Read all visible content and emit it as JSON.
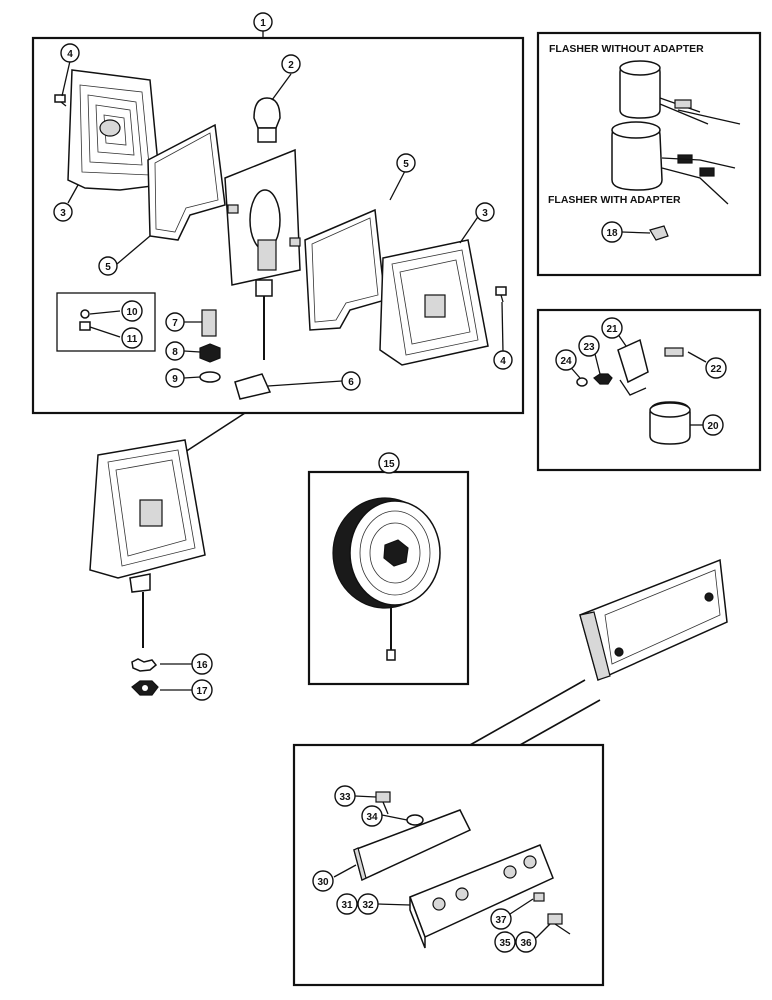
{
  "panels": {
    "flasher_title_without": "FLASHER WITHOUT ADAPTER",
    "flasher_title_with": "FLASHER WITH ADAPTER"
  },
  "callouts": {
    "c1": "1",
    "c2": "2",
    "c3a": "3",
    "c3b": "3",
    "c4a": "4",
    "c4b": "4",
    "c5a": "5",
    "c5b": "5",
    "c6": "6",
    "c7": "7",
    "c8": "8",
    "c9": "9",
    "c10": "10",
    "c11": "11",
    "c15": "15",
    "c16": "16",
    "c17": "17",
    "c18": "18",
    "c20": "20",
    "c21": "21",
    "c22": "22",
    "c23": "23",
    "c24": "24",
    "c30": "30",
    "c31": "31",
    "c32": "32",
    "c33": "33",
    "c34": "34",
    "c35": "35",
    "c36": "36",
    "c37": "37"
  }
}
